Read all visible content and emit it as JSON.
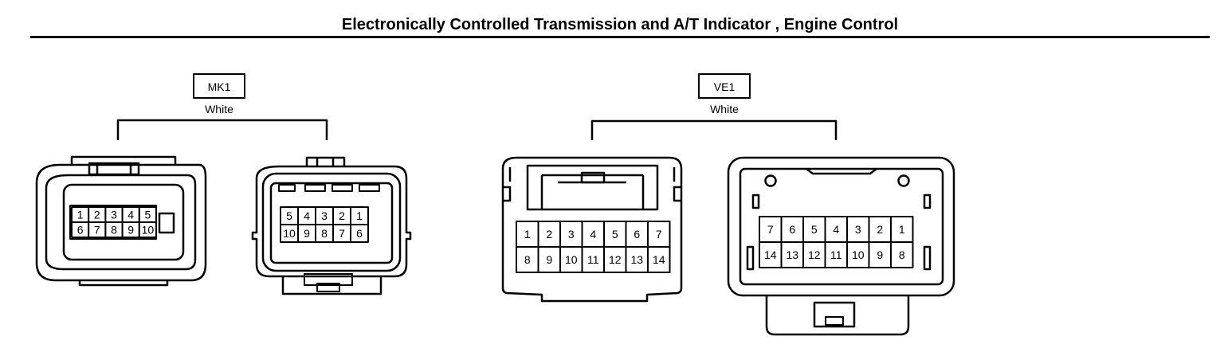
{
  "title": "Electronically Controlled Transmission and A/T Indicator , Engine Control",
  "connectors": [
    {
      "code": "MK1",
      "color": "White",
      "views": [
        {
          "rows": [
            [
              "1",
              "2",
              "3",
              "4",
              "5"
            ],
            [
              "6",
              "7",
              "8",
              "9",
              "10"
            ]
          ]
        },
        {
          "rows": [
            [
              "5",
              "4",
              "3",
              "2",
              "1"
            ],
            [
              "10",
              "9",
              "8",
              "7",
              "6"
            ]
          ]
        }
      ]
    },
    {
      "code": "VE1",
      "color": "White",
      "views": [
        {
          "rows": [
            [
              "1",
              "2",
              "3",
              "4",
              "5",
              "6",
              "7"
            ],
            [
              "8",
              "9",
              "10",
              "11",
              "12",
              "13",
              "14"
            ]
          ]
        },
        {
          "rows": [
            [
              "7",
              "6",
              "5",
              "4",
              "3",
              "2",
              "1"
            ],
            [
              "14",
              "13",
              "12",
              "11",
              "10",
              "9",
              "8"
            ]
          ]
        }
      ]
    }
  ]
}
